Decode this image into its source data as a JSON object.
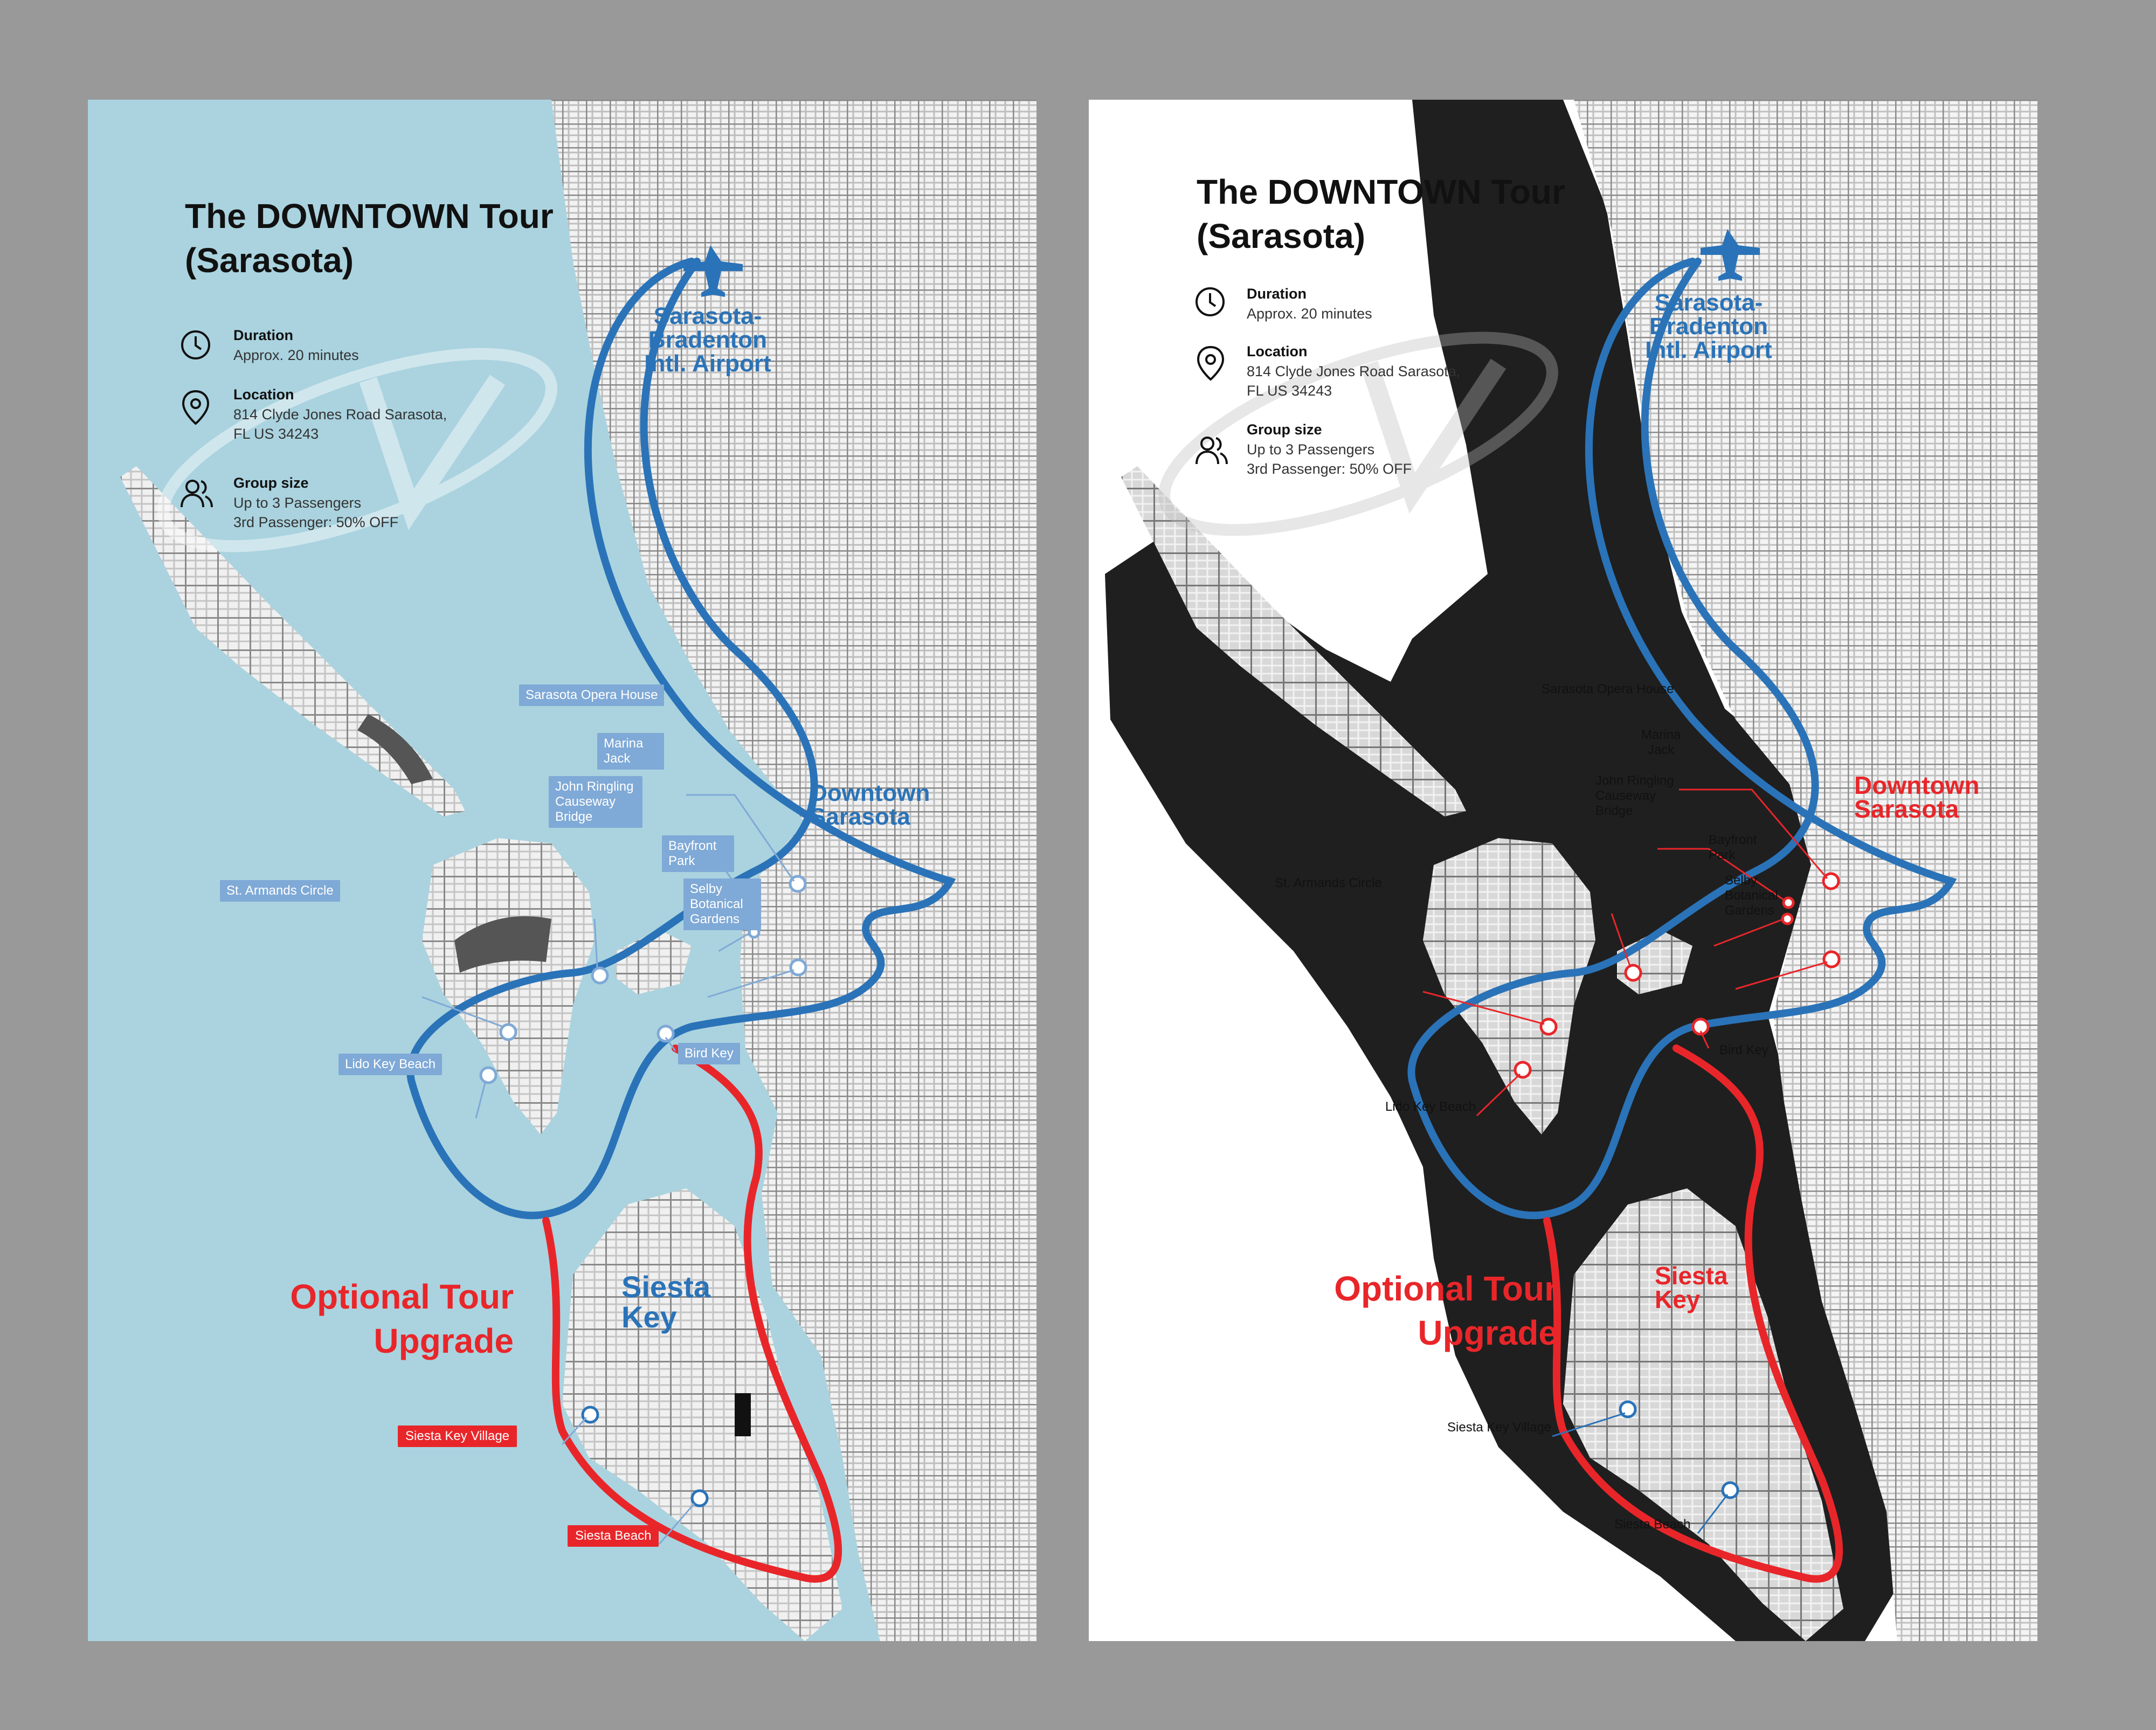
{
  "title": "The DOWNTOWN Tour (Sarasota)",
  "info": {
    "duration_label": "Duration",
    "duration_text": "Approx. 20 minutes",
    "location_label": "Location",
    "location_line1": "814 Clyde Jones Road Sarasota,",
    "location_line2": "FL US 34243",
    "group_label": "Group size",
    "group_line1": "Up to 3 Passengers",
    "group_line2": "3rd Passenger: 50% OFF"
  },
  "places": {
    "airport_1": "Sarasota-",
    "airport_2": "Bradenton",
    "airport_3": "Intl. Airport",
    "downtown_1": "Downtown",
    "downtown_2": "Sarasota",
    "siesta_1": "Siesta",
    "siesta_2": "Key"
  },
  "upgrade": {
    "line1": "Optional Tour",
    "line2": "Upgrade"
  },
  "stops": {
    "opera": "Sarasota Opera House",
    "marina_1": "Marina",
    "marina_2": "Jack",
    "ringling_1": "John Ringling",
    "ringling_2": "Causeway",
    "ringling_3": "Bridge",
    "bayfront_1": "Bayfront",
    "bayfront_2": "Park",
    "selby_1": "Selby",
    "selby_2": "Botanical",
    "selby_3": "Gardens",
    "armands": "St. Armands Circle",
    "birdkey": "Bird Key",
    "lido": "Lido Key Beach",
    "village": "Siesta Key Village",
    "beach": "Siesta Beach"
  },
  "colors": {
    "background": "#999999",
    "water_left": "#aad3df",
    "water_right": "#1f1f1f",
    "route_blue": "#2a73b8",
    "route_red": "#e8262a",
    "label_blue": "#7fa9d6"
  },
  "icons": [
    "clock-icon",
    "location-pin-icon",
    "group-icon",
    "airplane-icon",
    "logo-watermark"
  ]
}
